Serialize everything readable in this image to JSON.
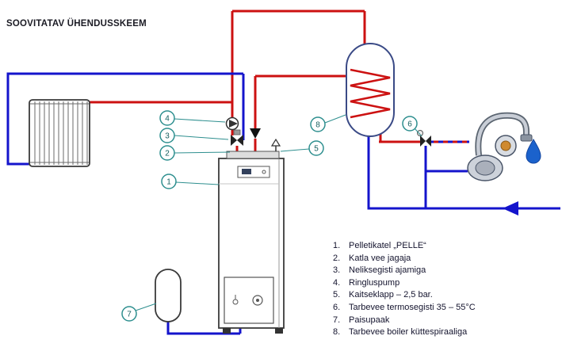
{
  "title": "SOOVITATAV ÜHENDUSSKEEM",
  "colors": {
    "hot_pipe": "#cc1111",
    "cold_pipe": "#1414cc",
    "callout": "#2e8f8f",
    "handle_accent": "#cf8a2e",
    "water_drop": "#1b62cc"
  },
  "callouts": {
    "c1": "1",
    "c2": "2",
    "c3": "3",
    "c4": "4",
    "c5": "5",
    "c6": "6",
    "c7": "7",
    "c8": "8"
  },
  "legend": {
    "items": [
      {
        "num": "1.",
        "text": "Pelletikatel „PELLE“"
      },
      {
        "num": "2.",
        "text": "Katla vee jagaja"
      },
      {
        "num": "3.",
        "text": "Neliksegisti ajamiga"
      },
      {
        "num": "4.",
        "text": "Ringluspump"
      },
      {
        "num": "5.",
        "text": "Kaitseklapp – 2,5 bar."
      },
      {
        "num": "6.",
        "text": "Tarbevee termosegisti 35 – 55°C"
      },
      {
        "num": "7.",
        "text": "Paisupaak"
      },
      {
        "num": "8.",
        "text": "Tarbevee boiler küttespiraaliga"
      }
    ]
  }
}
